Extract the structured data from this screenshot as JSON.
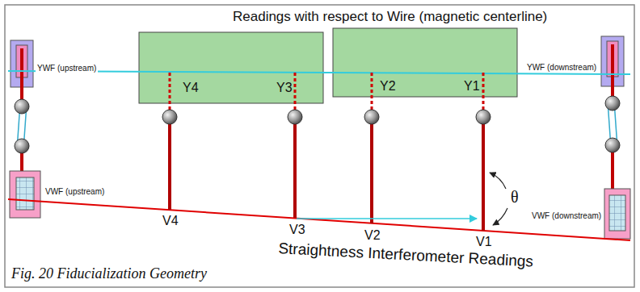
{
  "diagram": {
    "title": "Readings with respect to Wire (magnetic centerline)",
    "caption": "Fig. 20 Fiducialization Geometry",
    "labels": [
      "YWF (upstream)",
      "Y4",
      "Y3",
      "Y2",
      "Y1",
      "YWF (downstream)",
      "VWF (upstream)",
      "V4",
      "V3",
      "V2",
      "V1",
      "VWF (downstream)",
      "θ",
      "Straightness Interferometer Readings"
    ]
  }
}
